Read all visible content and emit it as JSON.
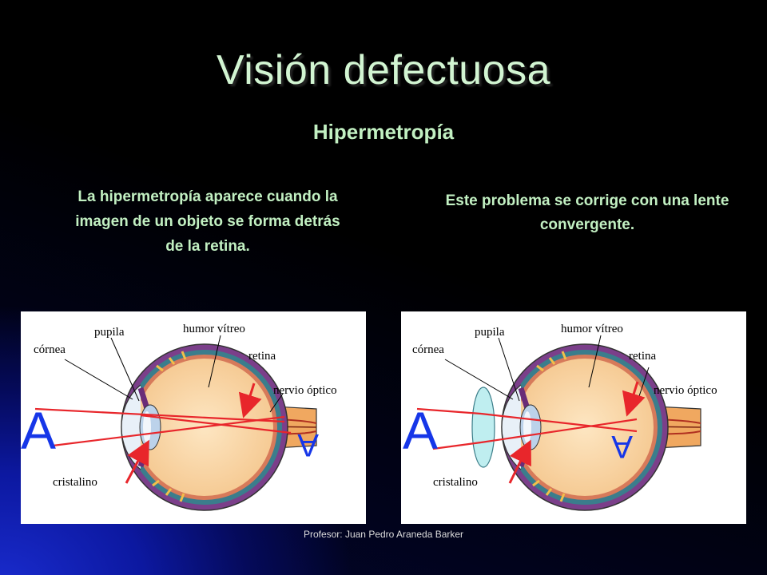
{
  "slide": {
    "title": "Visión defectuosa",
    "subtitle": "Hipermetropía",
    "text_left": "La hipermetropía aparece cuando la imagen de un objeto se forma detrás de la retina.",
    "text_right": "Este problema se corrige con una lente convergente.",
    "footer": "Profesor: Juan Pedro Araneda Barker"
  },
  "diagram_labels": {
    "pupila": "pupila",
    "humor_vitreo": "humor vítreo",
    "cornea": "córnea",
    "retina": "retina",
    "nervio_optico": "nervio óptico",
    "cristalino": "cristalino",
    "object_letter": "A",
    "image_letter": "A"
  },
  "colors": {
    "title": "#d2f5d2",
    "text": "#c2f0c2",
    "ray": "#e8262b",
    "letter": "#1636e8",
    "lens": "#bfeef0"
  }
}
